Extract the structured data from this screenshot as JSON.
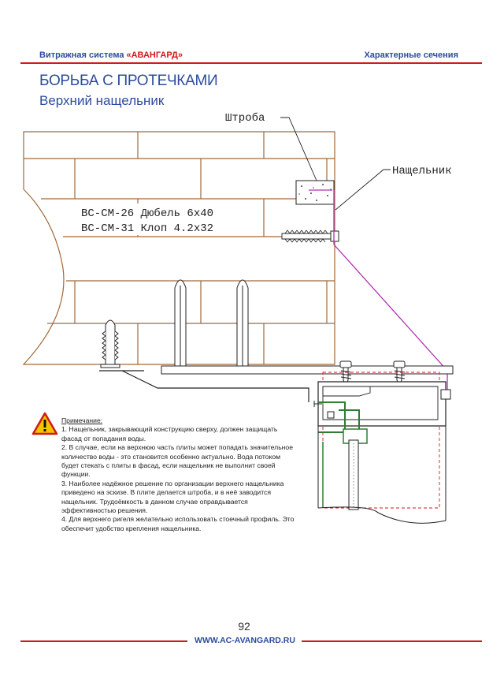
{
  "header": {
    "system_prefix": "Витражная система ",
    "system_brand": "«АВАНГАРД»",
    "section": "Характерные сечения"
  },
  "title": "БОРЬБА С ПРОТЕЧКАМИ",
  "subtitle": "Верхний нащельник",
  "drawing": {
    "label_groove": "Штроба",
    "label_flashing": "Нащельник",
    "fastener_line1": "ВС-СМ-26 Дюбель 6х40",
    "fastener_line2": "ВС-СМ-31 Клоп 4.2х32"
  },
  "note": {
    "heading": "Примечание:",
    "items": [
      "1. Нащельник, закрывающий конструкцию сверху, должен защищать фасад от попадания воды.",
      "2. В случае, если на верхнюю часть плиты может попадать значительное количество воды - это становится особенно актуально. Вода потоком будет стекать с плиты в фасад, если нащельник не выполнит своей функции.",
      "3. Наиболее надёжное решение по организации верхнего нащельника приведено на эскизе. В плите делается штроба, и в неё заводится нащельник. Трудоёмкость в данном случае оправдывается эффективностью решения.",
      "4. Для верхнего ригеля желательно использовать стоечный профиль. Это обеспечит удобство крепления нащельника."
    ]
  },
  "footer": {
    "page_number": "92",
    "url": "WWW.AC-AVANGARD.RU"
  },
  "colors": {
    "accent_red": "#d01a1a",
    "header_blue": "#2c4c9c",
    "masonry_line": "#a0693a",
    "flashing": "#b030b0",
    "profile_green": "#2e7d32"
  }
}
